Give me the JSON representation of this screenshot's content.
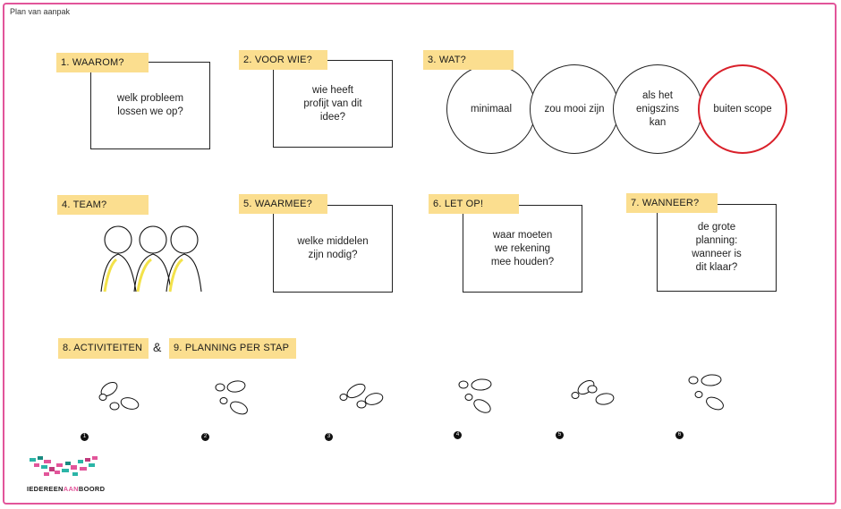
{
  "board_title": "Plan van aanpak",
  "sections": {
    "waarom": {
      "label": "1. WAAROM?",
      "text_1": "welk probleem",
      "text_2": "lossen we op?"
    },
    "voor_wie": {
      "label": "2. VOOR WIE?",
      "text_1": "wie heeft",
      "text_2": "profijt van dit",
      "text_3": "idee?"
    },
    "wat": {
      "label": "3. WAT?",
      "circles": [
        {
          "text": "minimaal"
        },
        {
          "text": "zou mooi zijn"
        },
        {
          "text_1": "als het",
          "text_2": "enigszins",
          "text_3": "kan"
        },
        {
          "text": "buiten scope"
        }
      ]
    },
    "team": {
      "label": "4. TEAM?"
    },
    "waarmee": {
      "label": "5. WAARMEE?",
      "text_1": "welke middelen",
      "text_2": "zijn nodig?"
    },
    "let_op": {
      "label": "6. LET OP!",
      "text_1": "waar moeten",
      "text_2": "we rekening",
      "text_3": "mee houden?"
    },
    "wanneer": {
      "label": "7. WANNEER?",
      "text_1": "de grote",
      "text_2": "planning:",
      "text_3": "wanneer is",
      "text_4": "dit klaar?"
    },
    "activiteiten": {
      "label": "8. ACTIVITEITEN"
    },
    "ampersand": "&",
    "planning": {
      "label": "9. PLANNING PER STAP"
    }
  },
  "steps": [
    "1",
    "2",
    "3",
    "4",
    "5",
    "6"
  ],
  "logo": {
    "part_1": "IEDEREEN",
    "part_2": "AAN",
    "part_3": "BOORD"
  },
  "colors": {
    "sticky": "#fbde8f",
    "frame": "#e2559a",
    "out_of_scope": "#d9202a",
    "person_accent": "#f3e24a"
  },
  "icons": [
    "person-icon",
    "footsteps-icon",
    "logo-icon"
  ]
}
